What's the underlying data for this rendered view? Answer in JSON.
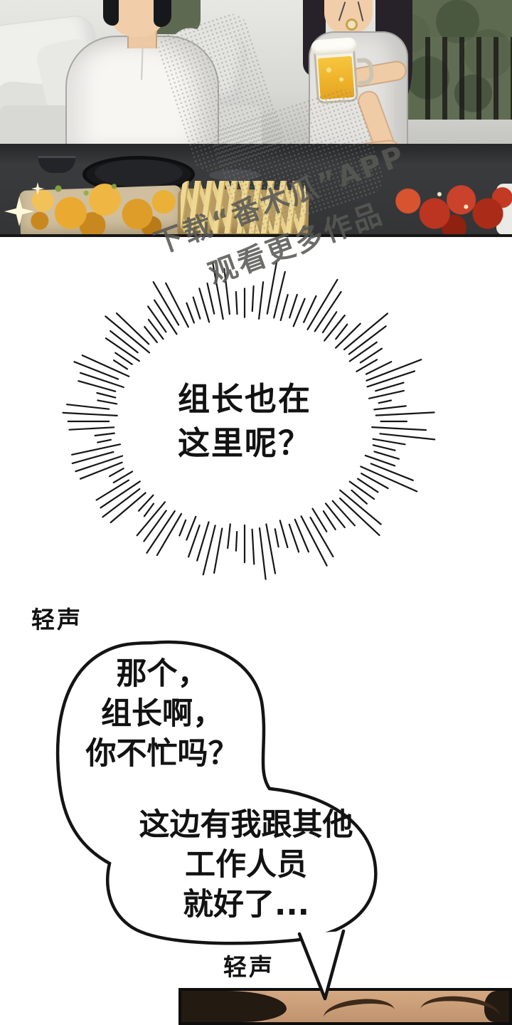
{
  "watermark": {
    "line1": "下载“番木瓜”APP",
    "line2": "观看更多作品"
  },
  "burst_bubble": {
    "lines": [
      "组长也在",
      "这里呢？"
    ]
  },
  "whisper_top": "轻声",
  "speech_bubble": {
    "group1": [
      "那个，",
      "组长啊，",
      "你不忙吗？"
    ],
    "group2": [
      "这边有我跟其他",
      "工作人员",
      "就好了..."
    ]
  },
  "whisper_bottom": "轻声",
  "colors": {
    "ink": "#141414",
    "beer": "#f0b42e",
    "fried_chicken": "#e2a132",
    "spicy_chicken": "#bb3320",
    "table_top": "#37383a"
  }
}
